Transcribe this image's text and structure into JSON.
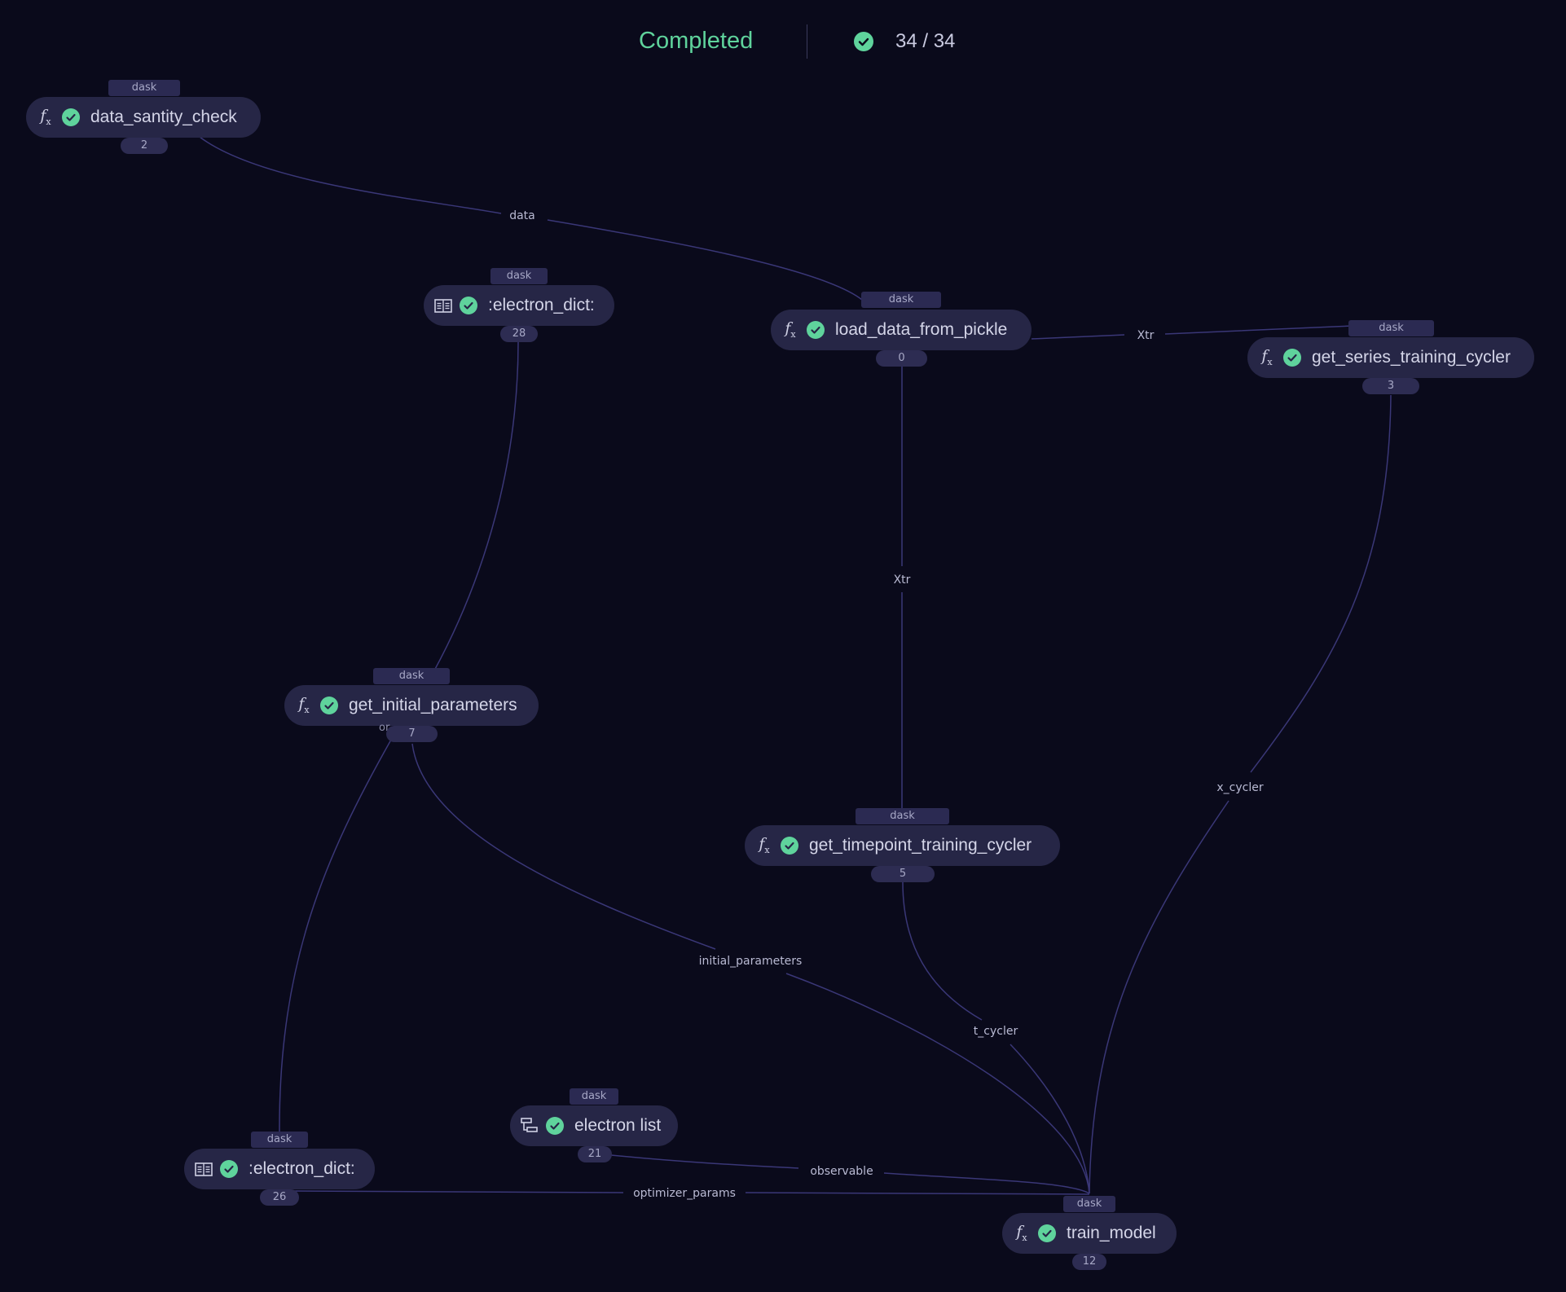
{
  "status": {
    "text": "Completed",
    "count": "34 / 34",
    "check_icon": "check-circle-icon"
  },
  "colors": {
    "accent": "#5fd39c",
    "node_bg": "#262646",
    "edge": "#3a3777",
    "background": "#0a0a1b"
  },
  "nodes": [
    {
      "id": "data_santity_check",
      "label": "data_santity_check",
      "executor": "dask",
      "index": "2",
      "kind": "function"
    },
    {
      "id": "electron_dict_28",
      "label": ":electron_dict:",
      "executor": "dask",
      "index": "28",
      "kind": "dict"
    },
    {
      "id": "load_data_from_pickle",
      "label": "load_data_from_pickle",
      "executor": "dask",
      "index": "0",
      "kind": "function"
    },
    {
      "id": "get_series_training_cycler",
      "label": "get_series_training_cycler",
      "executor": "dask",
      "index": "3",
      "kind": "function"
    },
    {
      "id": "get_initial_parameters",
      "label": "get_initial_parameters",
      "executor": "dask",
      "index": "7",
      "kind": "function"
    },
    {
      "id": "get_timepoint_training_cycler",
      "label": "get_timepoint_training_cycler",
      "executor": "dask",
      "index": "5",
      "kind": "function"
    },
    {
      "id": "electron_list",
      "label": "electron list",
      "executor": "dask",
      "index": "21",
      "kind": "list"
    },
    {
      "id": "electron_dict_26",
      "label": ":electron_dict:",
      "executor": "dask",
      "index": "26",
      "kind": "dict"
    },
    {
      "id": "train_model",
      "label": "train_model",
      "executor": "dask",
      "index": "12",
      "kind": "function"
    }
  ],
  "edges": [
    {
      "from": "data_santity_check",
      "to": "load_data_from_pickle",
      "label": "data"
    },
    {
      "from": "load_data_from_pickle",
      "to": "get_series_training_cycler",
      "label": "Xtr"
    },
    {
      "from": "load_data_from_pickle",
      "to": "get_timepoint_training_cycler",
      "label": "Xtr"
    },
    {
      "from": "electron_dict_28",
      "to": "get_initial_parameters",
      "label": ""
    },
    {
      "from": "get_series_training_cycler",
      "to": "train_model",
      "label": "x_cycler"
    },
    {
      "from": "get_initial_parameters",
      "to": "train_model",
      "label": "initial_parameters"
    },
    {
      "from": "get_timepoint_training_cycler",
      "to": "train_model",
      "label": "t_cycler"
    },
    {
      "from": "get_initial_parameters",
      "to": "electron_dict_26",
      "label": ""
    },
    {
      "from": "electron_list",
      "to": "train_model",
      "label": "observable"
    },
    {
      "from": "electron_dict_26",
      "to": "train_model",
      "label": "optimizer_params"
    }
  ],
  "stray_text": "or"
}
